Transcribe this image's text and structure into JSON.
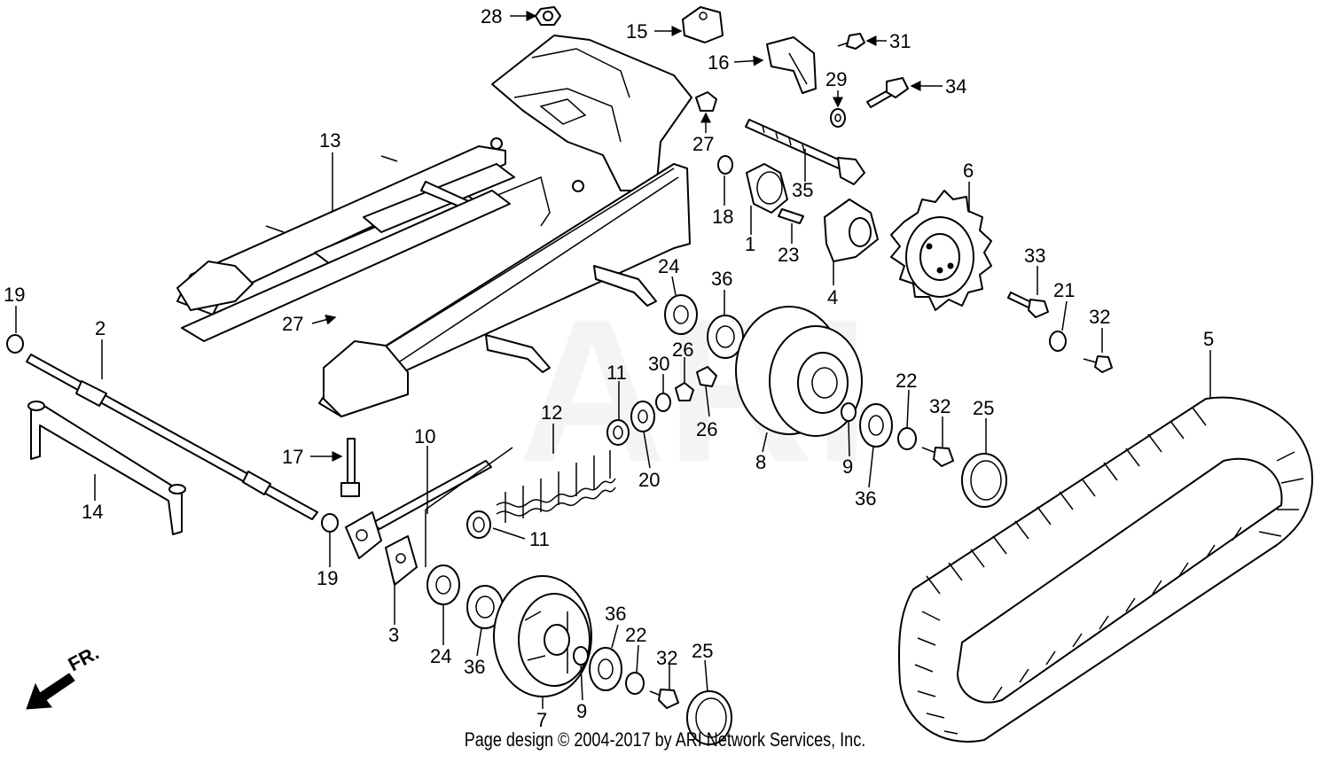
{
  "watermark": "ARI",
  "footer": "Page design © 2004-2017 by ARI Network Services, Inc.",
  "direction_label": "FR.",
  "callouts": [
    {
      "id": "c28",
      "text": "28"
    },
    {
      "id": "c15",
      "text": "15"
    },
    {
      "id": "c16",
      "text": "16"
    },
    {
      "id": "c31",
      "text": "31"
    },
    {
      "id": "c29",
      "text": "29"
    },
    {
      "id": "c34",
      "text": "34"
    },
    {
      "id": "c27a",
      "text": "27"
    },
    {
      "id": "c13",
      "text": "13"
    },
    {
      "id": "c35",
      "text": "35"
    },
    {
      "id": "c6",
      "text": "6"
    },
    {
      "id": "c18",
      "text": "18"
    },
    {
      "id": "c1",
      "text": "1"
    },
    {
      "id": "c23",
      "text": "23"
    },
    {
      "id": "c4",
      "text": "4"
    },
    {
      "id": "c33",
      "text": "33"
    },
    {
      "id": "c21",
      "text": "21"
    },
    {
      "id": "c32a",
      "text": "32"
    },
    {
      "id": "c19a",
      "text": "19"
    },
    {
      "id": "c2",
      "text": "2"
    },
    {
      "id": "c27b",
      "text": "27"
    },
    {
      "id": "c24a",
      "text": "24"
    },
    {
      "id": "c36a",
      "text": "36"
    },
    {
      "id": "c5",
      "text": "5"
    },
    {
      "id": "c30",
      "text": "30"
    },
    {
      "id": "c26a",
      "text": "26"
    },
    {
      "id": "c11a",
      "text": "11"
    },
    {
      "id": "c26b",
      "text": "26"
    },
    {
      "id": "c22a",
      "text": "22"
    },
    {
      "id": "c32b",
      "text": "32"
    },
    {
      "id": "c25a",
      "text": "25"
    },
    {
      "id": "c12",
      "text": "12"
    },
    {
      "id": "c20",
      "text": "20"
    },
    {
      "id": "c8",
      "text": "8"
    },
    {
      "id": "c9a",
      "text": "9"
    },
    {
      "id": "c36b",
      "text": "36"
    },
    {
      "id": "c17",
      "text": "17"
    },
    {
      "id": "c10",
      "text": "10"
    },
    {
      "id": "c14",
      "text": "14"
    },
    {
      "id": "c19b",
      "text": "19"
    },
    {
      "id": "c11b",
      "text": "11"
    },
    {
      "id": "c3",
      "text": "3"
    },
    {
      "id": "c24b",
      "text": "24"
    },
    {
      "id": "c36c",
      "text": "36"
    },
    {
      "id": "c36d",
      "text": "36"
    },
    {
      "id": "c22b",
      "text": "22"
    },
    {
      "id": "c25b",
      "text": "25"
    },
    {
      "id": "c32c",
      "text": "32"
    },
    {
      "id": "c7",
      "text": "7"
    },
    {
      "id": "c9b",
      "text": "9"
    }
  ]
}
